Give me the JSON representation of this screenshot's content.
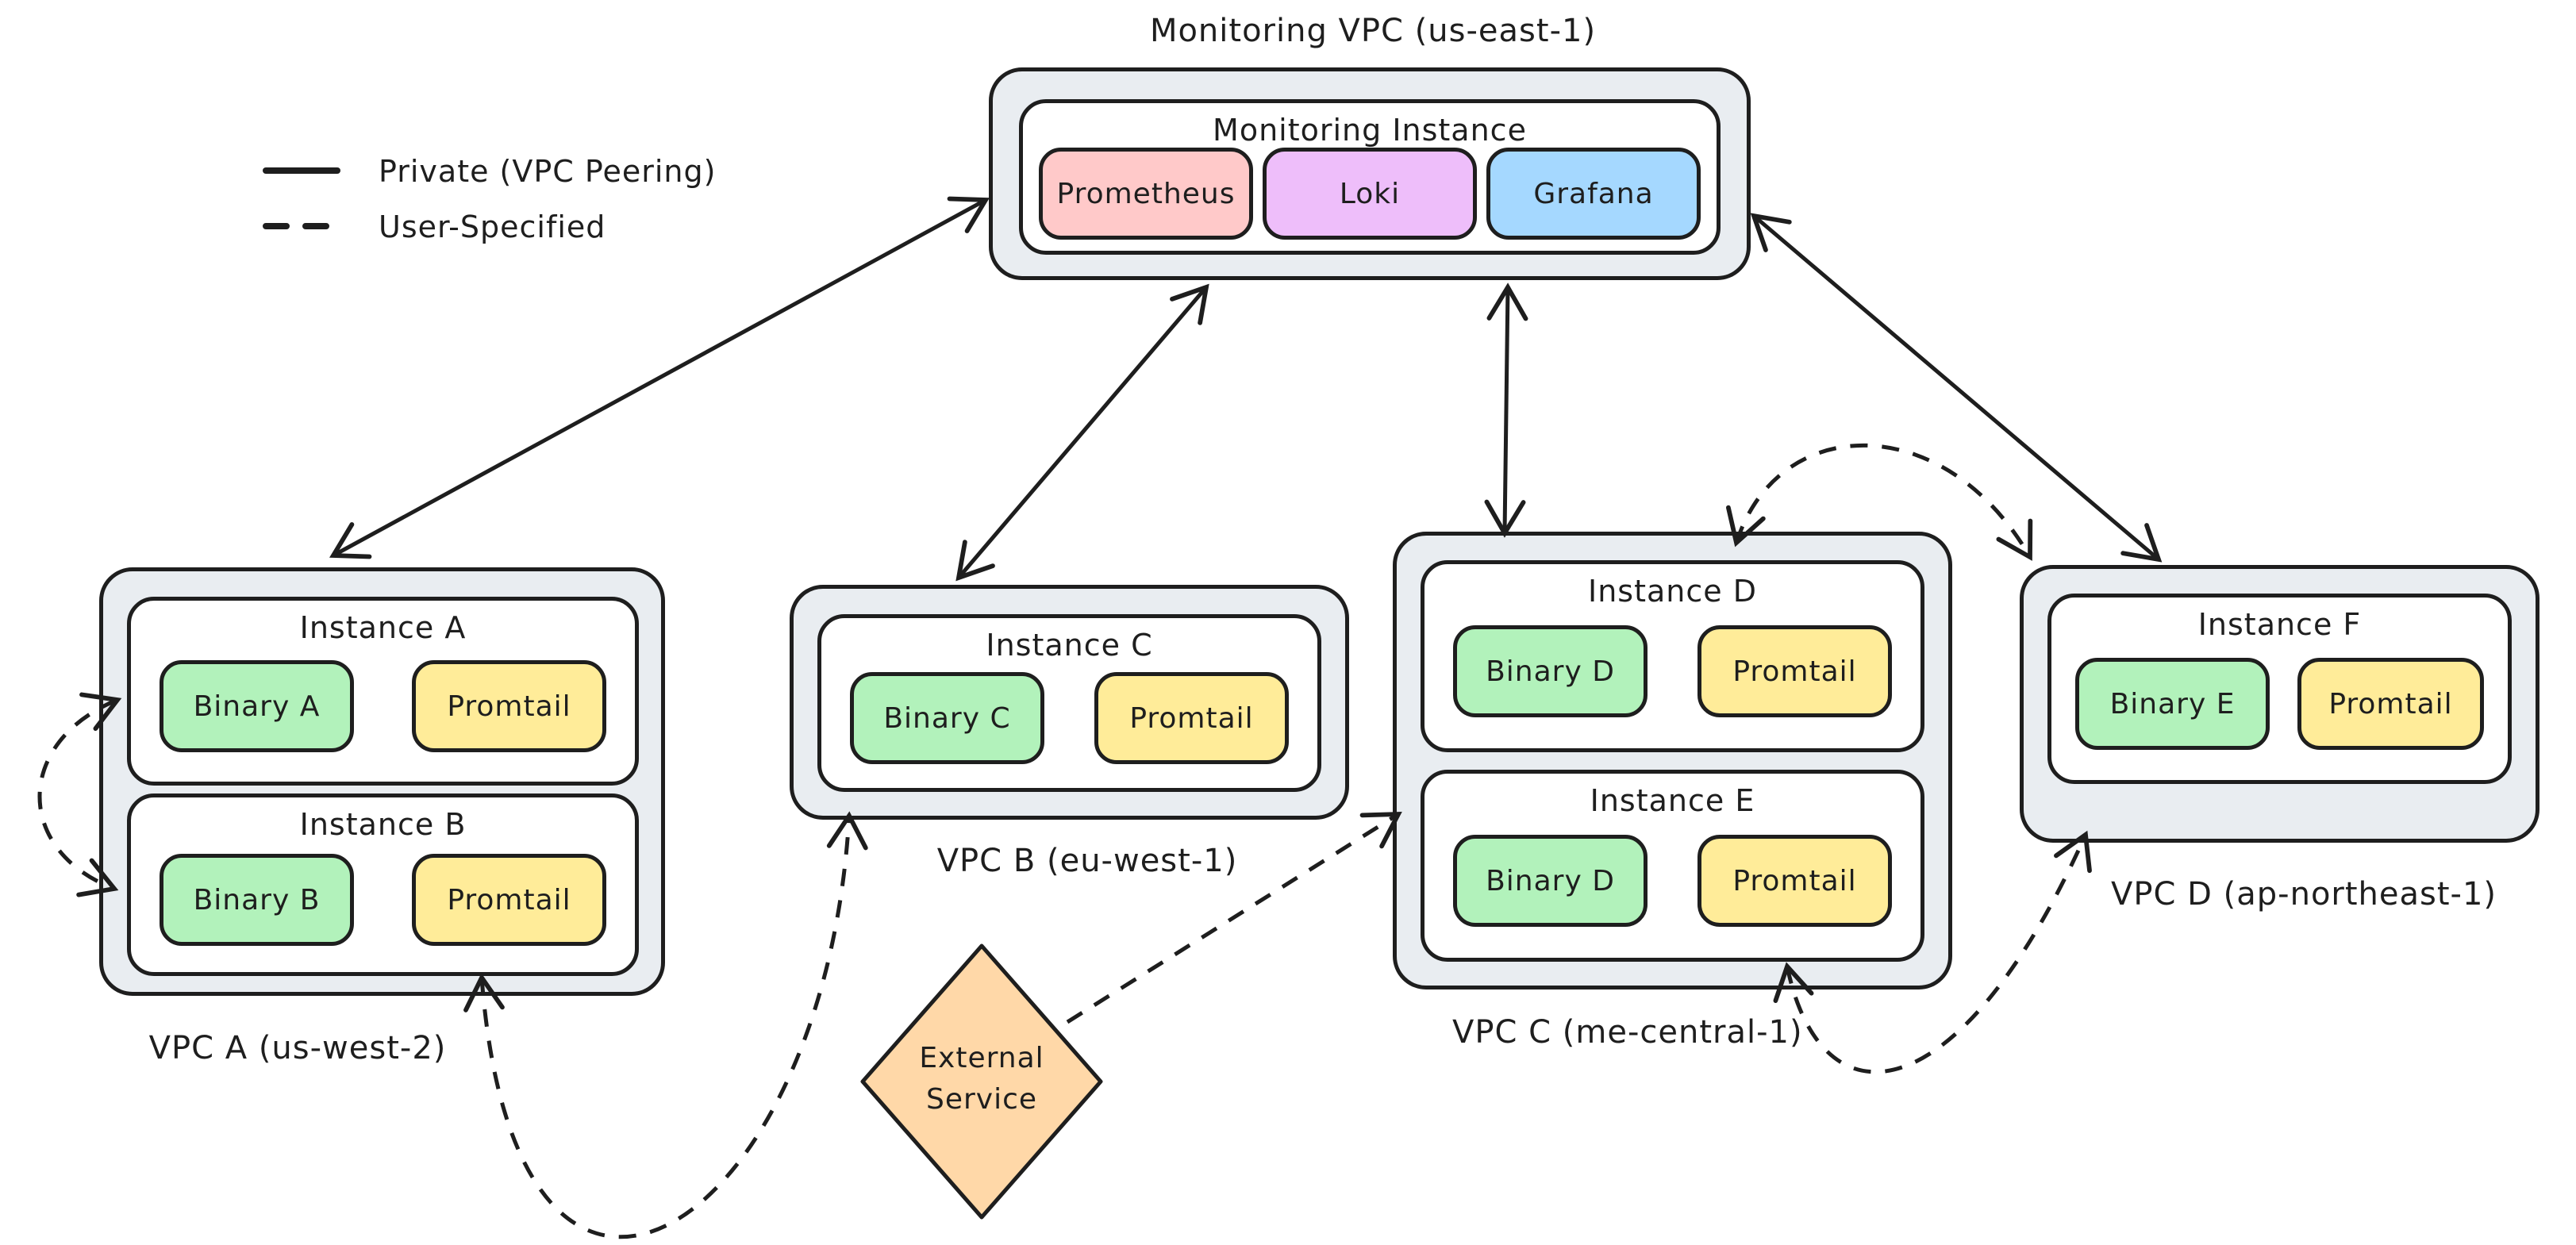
{
  "legend": {
    "items": [
      {
        "line_style": "solid",
        "label": "Private (VPC Peering)"
      },
      {
        "line_style": "dashed",
        "label": "User-Specified"
      }
    ]
  },
  "monitoring_vpc": {
    "label": "Monitoring VPC (us-east-1)",
    "instance": {
      "label": "Monitoring Instance",
      "services": [
        {
          "name": "Prometheus",
          "color": "#ffc9c9"
        },
        {
          "name": "Loki",
          "color": "#eebefa"
        },
        {
          "name": "Grafana",
          "color": "#a5d8ff"
        }
      ]
    }
  },
  "vpcs": [
    {
      "label": "VPC A (us-west-2)",
      "instances": [
        {
          "label": "Instance A",
          "components": [
            {
              "name": "Binary A",
              "color": "#b2f2bb"
            },
            {
              "name": "Promtail",
              "color": "#ffec99"
            }
          ]
        },
        {
          "label": "Instance B",
          "components": [
            {
              "name": "Binary B",
              "color": "#b2f2bb"
            },
            {
              "name": "Promtail",
              "color": "#ffec99"
            }
          ]
        }
      ]
    },
    {
      "label": "VPC B (eu-west-1)",
      "instances": [
        {
          "label": "Instance C",
          "components": [
            {
              "name": "Binary C",
              "color": "#b2f2bb"
            },
            {
              "name": "Promtail",
              "color": "#ffec99"
            }
          ]
        }
      ]
    },
    {
      "label": "VPC C (me-central-1)",
      "instances": [
        {
          "label": "Instance D",
          "components": [
            {
              "name": "Binary D",
              "color": "#b2f2bb"
            },
            {
              "name": "Promtail",
              "color": "#ffec99"
            }
          ]
        },
        {
          "label": "Instance E",
          "components": [
            {
              "name": "Binary D",
              "color": "#b2f2bb"
            },
            {
              "name": "Promtail",
              "color": "#ffec99"
            }
          ]
        }
      ]
    },
    {
      "label": "VPC D (ap-northeast-1)",
      "instances": [
        {
          "label": "Instance F",
          "components": [
            {
              "name": "Binary E",
              "color": "#b2f2bb"
            },
            {
              "name": "Promtail",
              "color": "#ffec99"
            }
          ]
        }
      ]
    }
  ],
  "external_service": {
    "label": "External Service",
    "color": "#ffd8a8"
  },
  "connections": [
    {
      "from": "Monitoring Instance",
      "to": "VPC A",
      "type": "private-vpc-peering",
      "bidirectional": true
    },
    {
      "from": "Monitoring Instance",
      "to": "VPC B",
      "type": "private-vpc-peering",
      "bidirectional": true
    },
    {
      "from": "Monitoring Instance",
      "to": "VPC C",
      "type": "private-vpc-peering",
      "bidirectional": true
    },
    {
      "from": "Monitoring Instance",
      "to": "VPC D",
      "type": "private-vpc-peering",
      "bidirectional": true
    },
    {
      "from": "Instance A",
      "to": "Instance B",
      "type": "user-specified",
      "bidirectional": true
    },
    {
      "from": "Instance B",
      "to": "Instance C",
      "type": "user-specified",
      "bidirectional": true
    },
    {
      "from": "External Service",
      "to": "Instance E",
      "type": "user-specified",
      "bidirectional": false
    },
    {
      "from": "Instance E",
      "to": "VPC D",
      "type": "user-specified",
      "bidirectional": true
    },
    {
      "from": "VPC C",
      "to": "VPC D",
      "type": "user-specified",
      "bidirectional": true
    }
  ],
  "palette": {
    "stroke": "#1e1e1e",
    "vpc_fill": "#e9edf1",
    "instance_fill": "#ffffff",
    "binary_green": "#b2f2bb",
    "promtail_yellow": "#ffec99",
    "prometheus_red": "#ffc9c9",
    "loki_purple": "#eebefa",
    "grafana_blue": "#a5d8ff",
    "external_orange": "#ffd8a8"
  }
}
